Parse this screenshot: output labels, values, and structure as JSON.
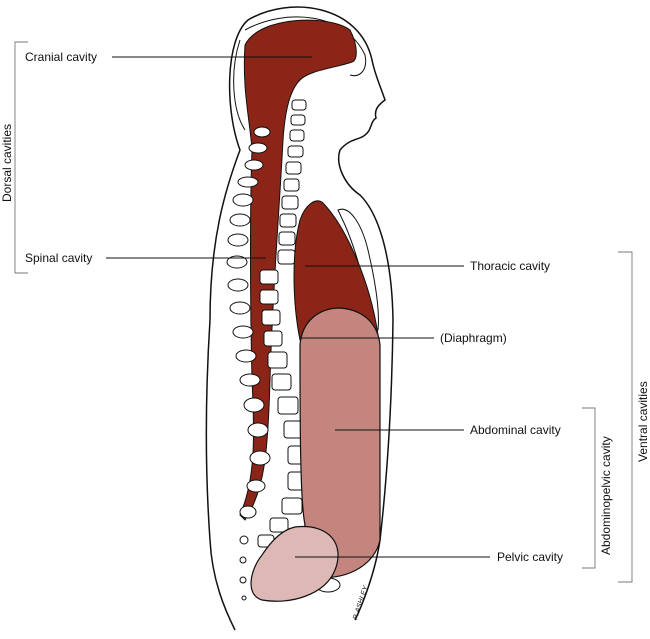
{
  "labels": {
    "cranial": "Cranial cavity",
    "spinal": "Spinal cavity",
    "thoracic": "Thoracic cavity",
    "diaphragm": "(Diaphragm)",
    "abdominal": "Abdominal cavity",
    "pelvic": "Pelvic cavity",
    "dorsal": "Dorsal cavities",
    "ventral": "Ventral cavities",
    "abdominopelvic": "Abdominopelvic cavity"
  },
  "signature": "P. ASHLEY",
  "colors": {
    "dorsal_fill": "#8B2518",
    "thoracic_fill": "#8B2518",
    "abdominal_fill": "#C4857E",
    "pelvic_fill": "#DDB8B4",
    "outline": "#111111"
  }
}
